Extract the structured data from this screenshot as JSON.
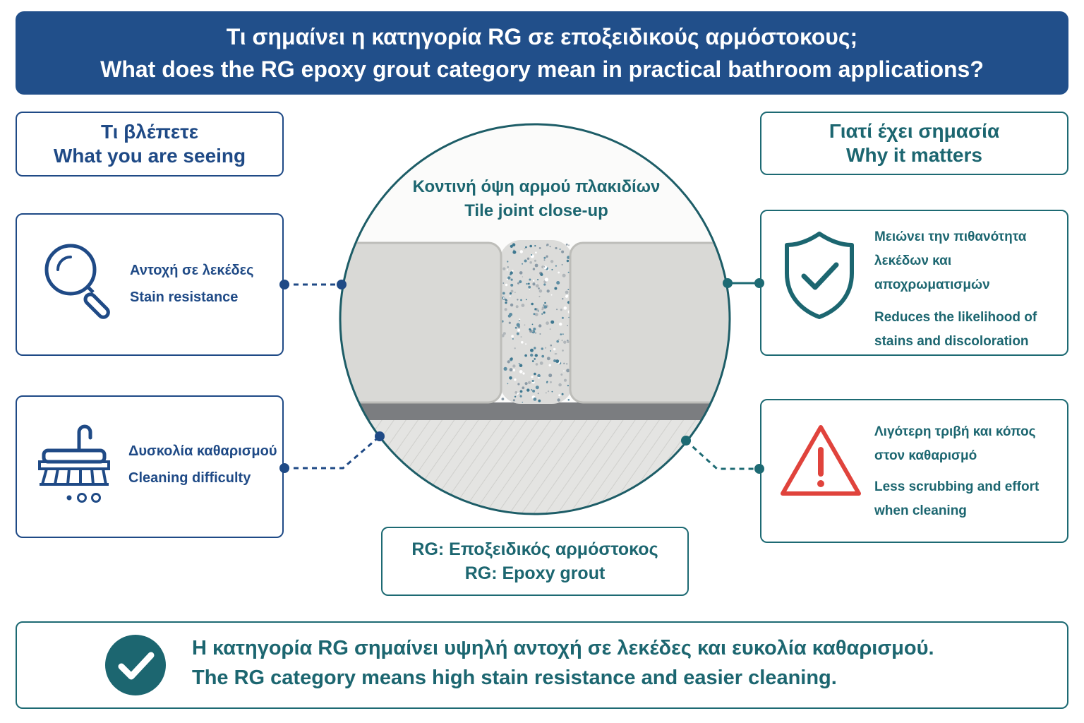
{
  "header": {
    "title_gr": "Τι σημαίνει η κατηγορία RG σε εποξειδικούς αρμόστοκους;",
    "title_en": "What does the RG epoxy grout category mean in practical bathroom applications?"
  },
  "left_header": {
    "gr": "Τι βλέπετε",
    "en": "What you are seeing"
  },
  "right_header": {
    "gr": "Γιατί έχει σημασία",
    "en": "Why it matters"
  },
  "center": {
    "title_gr": "Κοντινή όψη αρμού πλακιδίων",
    "title_en": "Tile joint close-up",
    "label_gr": "RG: Εποξειδικός αρμόστοκος",
    "label_en": "RG: Epoxy grout"
  },
  "left_items": [
    {
      "gr": "Αντοχή σε λεκέδες",
      "en": "Stain resistance",
      "icon": "magnifier-icon"
    },
    {
      "gr": "Δυσκολία καθαρισμού",
      "en": "Cleaning difficulty",
      "icon": "brush-icon"
    }
  ],
  "right_items": [
    {
      "gr_1": "Μειώνει την πιθανότητα",
      "gr_2": "λεκέδων και αποχρωματισμών",
      "en_1": "Reduces the likelihood of",
      "en_2": "stains and discoloration",
      "icon": "shield-check-icon"
    },
    {
      "gr_1": "Λιγότερη τριβή και κόπος",
      "gr_2": "στον καθαρισμό",
      "en_1": "Less scrubbing and effort",
      "en_2": "when cleaning",
      "icon": "warning-icon"
    }
  ],
  "summary": {
    "gr": "Η κατηγορία RG σημαίνει υψηλή αντοχή σε λεκέδες και ευκολία καθαρισμού.",
    "en": "The RG category means high stain resistance and easier cleaning.",
    "icon": "check-circle-icon"
  },
  "colors": {
    "navy": "#1f4a86",
    "banner": "#214f8a",
    "teal": "#1c6670",
    "warning": "#e0433c"
  }
}
